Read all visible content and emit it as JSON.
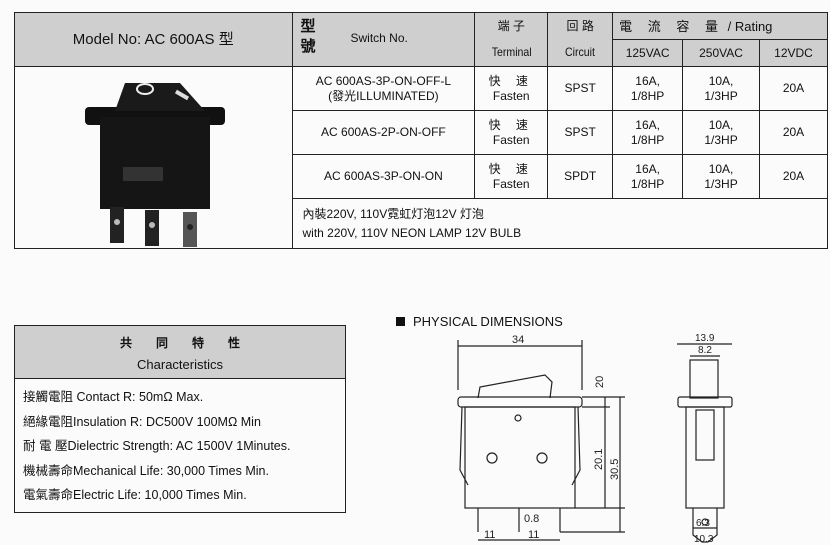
{
  "table": {
    "model_label": "Model No: AC 600AS 型",
    "switch_cjk": "型\n號",
    "switch_cjk_1": "型",
    "switch_cjk_2": "號",
    "switch_label": "Switch No.",
    "terminal_cjk": "端 子",
    "terminal_label": "Terminal",
    "circuit_cjk": "回 路",
    "circuit_label": "Circuit",
    "rating_cjk": "電 流 容 量",
    "rating_label": "/ Rating",
    "voltages": [
      "125VAC",
      "250VAC",
      "12VDC"
    ],
    "rows": [
      {
        "switch_no": "AC 600AS-3P-ON-OFF-L",
        "switch_note": "(發光ILLUMINATED)",
        "terminal_cjk": "快 速",
        "terminal": "Fasten",
        "circuit": "SPST",
        "v125_a": "16A,",
        "v125_b": "1/8HP",
        "v250_a": "10A,",
        "v250_b": "1/3HP",
        "v12": "20A"
      },
      {
        "switch_no": "AC 600AS-2P-ON-OFF",
        "switch_note": "",
        "terminal_cjk": "快 速",
        "terminal": "Fasten",
        "circuit": "SPST",
        "v125_a": "16A,",
        "v125_b": "1/8HP",
        "v250_a": "10A,",
        "v250_b": "1/3HP",
        "v12": "20A"
      },
      {
        "switch_no": "AC 600AS-3P-ON-ON",
        "switch_note": "",
        "terminal_cjk": "快 速",
        "terminal": "Fasten",
        "circuit": "SPDT",
        "v125_a": "16A,",
        "v125_b": "1/8HP",
        "v250_a": "10A,",
        "v250_b": "1/3HP",
        "v12": "20A"
      }
    ],
    "note_cjk": "內裝220V, 110V霓虹灯泡12V 灯泡",
    "note_en": "with 220V, 110V NEON LAMP 12V  BULB"
  },
  "characteristics": {
    "title_cjk": "共　　同　　特　　性",
    "title": "Characteristics",
    "lines": [
      "接觸電阻 Contact R: 50mΩ  Max.",
      "絕緣電阻Insulation R: DC500V 100MΩ  Min",
      "耐 電 壓Dielectric Strength: AC 1500V 1Minutes.",
      "機械壽命Mechanical Life: 30,000 Times Min.",
      "電氣壽命Electric Life: 10,000 Times Min."
    ]
  },
  "dimensions": {
    "title": "PHYSICAL DIMENSIONS",
    "width": "34",
    "rocker_height": "20",
    "body_height": "20.1",
    "total_height": "30.5",
    "pin_width": "0.8",
    "pin_pitch_left": "11",
    "pin_pitch_right": "11",
    "side_width": "13.9",
    "side_rocker": "8.2",
    "side_tab": "6.3",
    "side_body": "10.3"
  }
}
